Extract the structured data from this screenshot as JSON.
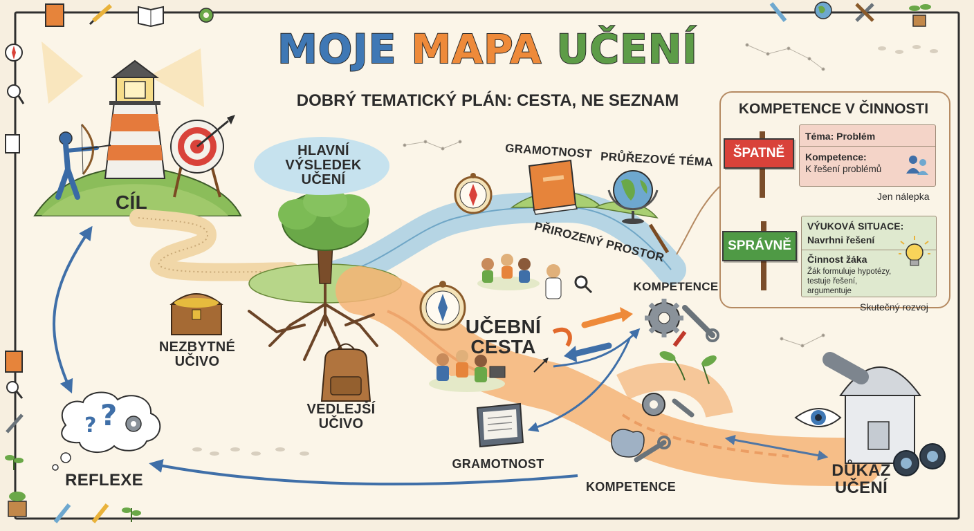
{
  "title": {
    "part1": "MOJE",
    "part2": "MAPA",
    "part3": "UČENÍ",
    "color1": "#3f78b5",
    "color2": "#ee8a3a",
    "color3": "#5d9c47"
  },
  "subtitle": "DOBRÝ TEMATICKÝ PLÁN: CESTA, NE SEZNAM",
  "map": {
    "goal": "CÍL",
    "main_outcome": "HLAVNÍ VÝSLEDEK UČENÍ",
    "essential": "NEZBYTNÉ UČIVO",
    "secondary": "VEDLEJŠÍ UČIVO",
    "literacy_top": "GRAMOTNOST",
    "crosscutting": "PRŮŘEZOVÉ TÉMA",
    "natural_space": "PŘIROZENÝ PROSTOR",
    "learning_path": "UČEBNÍ CESTA",
    "competence_right": "KOMPETENCE",
    "literacy_bottom": "GRAMOTNOST",
    "competence_bottom": "KOMPETENCE",
    "evidence": "DŮKAZ UČENÍ",
    "reflection": "REFLEXE"
  },
  "panel": {
    "title": "KOMPETENCE V ČINNOSTI",
    "wrong_sign": "ŠPATNĚ",
    "wrong_color": "#d9423a",
    "wrong_topic": "Téma: Problém",
    "wrong_comp_label": "Kompetence:",
    "wrong_comp_value": "K řešení problémů",
    "wrong_caption": "Jen nálepka",
    "right_sign": "SPRÁVNĚ",
    "right_color": "#4f9a45",
    "situation_label": "VÝUKOVÁ SITUACE:",
    "situation_value": "Navrhni řešení",
    "activity_label": "Činnost žáka",
    "activity_value": "Žák formuluje hypotézy, testuje řešení, argumentuje",
    "right_caption": "Skutečný rozvoj"
  },
  "icons": [
    "book-icon",
    "pencil-icon",
    "open-book-icon",
    "gear-icon",
    "compass-icon",
    "magnifier-icon",
    "globe-icon",
    "tools-icon",
    "plant-icon",
    "lighthouse-icon",
    "archer-icon",
    "target-icon",
    "tree-icon",
    "treasure-chest-icon",
    "backpack-icon",
    "observatory-icon",
    "eye-icon",
    "binoculars-icon",
    "thought-cloud-icon",
    "lightbulb-icon",
    "people-icon"
  ]
}
